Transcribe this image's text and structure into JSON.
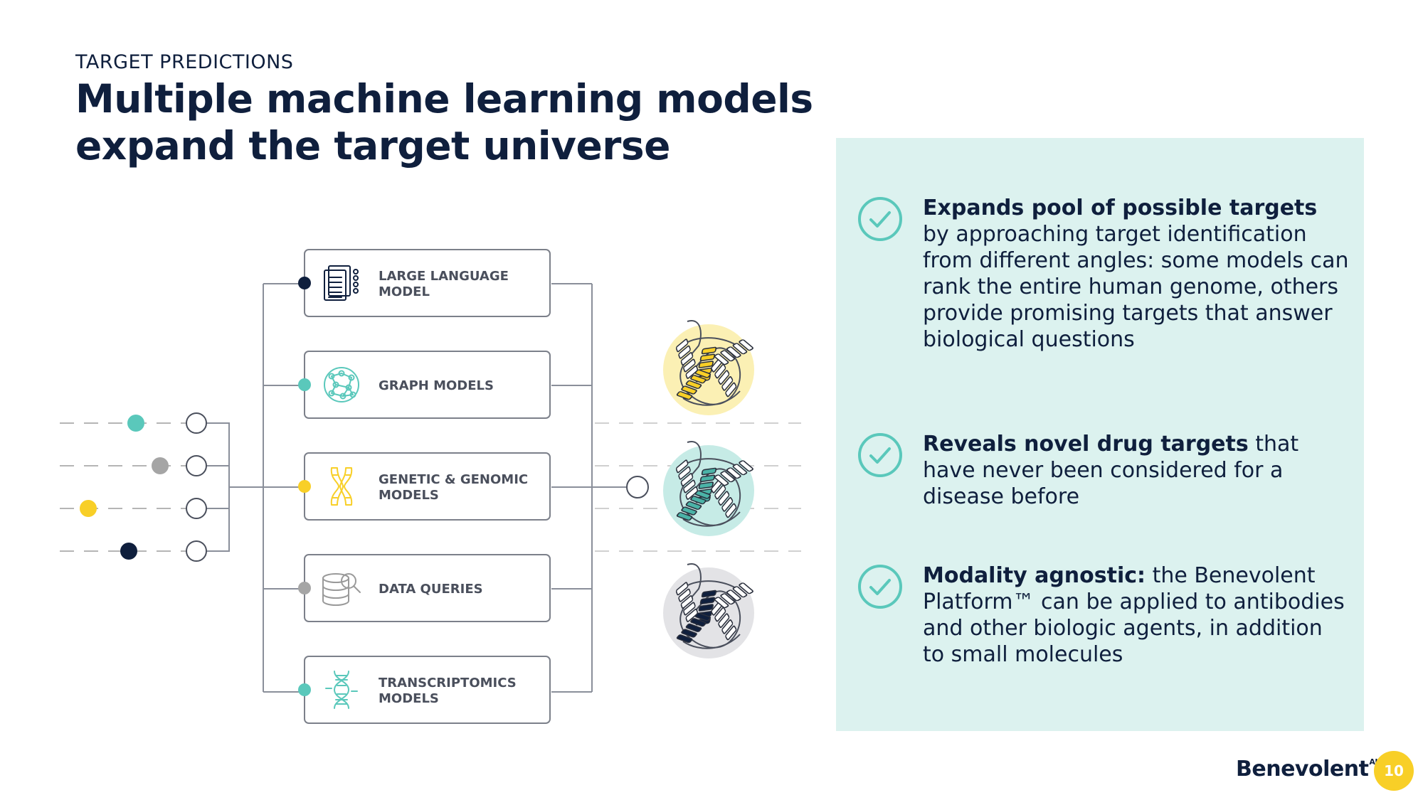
{
  "header": {
    "kicker": "TARGET PREDICTIONS",
    "title": "Multiple machine learning models expand the target universe"
  },
  "diagram": {
    "models": [
      {
        "line1": "LARGE LANGUAGE",
        "line2": "MODEL",
        "icon": "document-stack-icon",
        "color": "#0f1f3d"
      },
      {
        "line1": "GRAPH MODELS",
        "line2": "",
        "icon": "network-graph-icon",
        "color": "#5ac8bb"
      },
      {
        "line1": "GENETIC & GENOMIC",
        "line2": "MODELS",
        "icon": "chromosome-icon",
        "color": "#f8cf27"
      },
      {
        "line1": "DATA QUERIES",
        "line2": "",
        "icon": "database-search-icon",
        "color": "#a5a5a5"
      },
      {
        "line1": "TRANSCRIPTOMICS",
        "line2": "MODELS",
        "icon": "dna-helix-icon",
        "color": "#5ac8bb"
      }
    ],
    "inputs": [
      {
        "color": "#5ac8bb"
      },
      {
        "color": "#a5a5a5"
      },
      {
        "color": "#f8cf27"
      },
      {
        "color": "#0f1f3d"
      }
    ],
    "proteins": [
      {
        "name": "protein-structure-yellow",
        "accent": "#f8cf27",
        "bg": "#fbf0b4"
      },
      {
        "name": "protein-structure-teal",
        "accent": "#4bb3a7",
        "bg": "#c6ebe6"
      },
      {
        "name": "protein-structure-grey",
        "accent": "#0f1f3d",
        "bg": "#e3e3e6"
      }
    ]
  },
  "benefits": [
    {
      "bold": "Expands pool of possible targets",
      "rest": " by approaching target identification from different angles: some models can rank the entire human genome, others provide promising targets that answer biological questions"
    },
    {
      "bold": "Reveals novel drug targets",
      "rest": " that have never been considered for a disease before"
    },
    {
      "bold": "Modality agnostic:",
      "rest": " the Benevolent Platform™ can be applied to antibodies and other biologic agents, in addition to small molecules"
    }
  ],
  "footer": {
    "brand": "Benevolent",
    "brand_sup": "AI",
    "page_number": "10"
  },
  "colors": {
    "navy": "#0f1f3d",
    "teal": "#5ac8bb",
    "yellow": "#f8cf27",
    "grey": "#a5a5a5",
    "panel": "#dcf2ef"
  }
}
